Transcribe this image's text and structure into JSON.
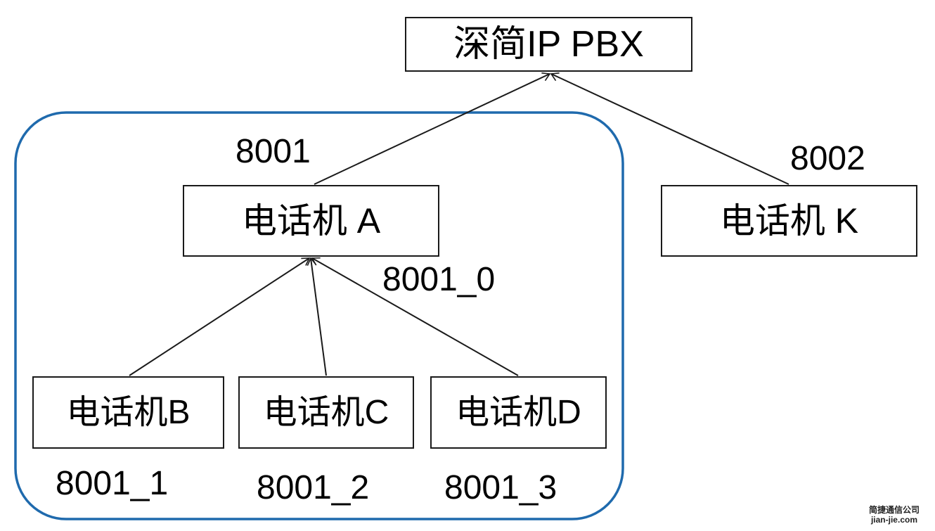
{
  "diagram": {
    "nodes": {
      "pbx": "深简IP PBX",
      "phone_a": "电话机 A",
      "phone_k": "电话机 K",
      "phone_b": "电话机B",
      "phone_c": "电话机C",
      "phone_d": "电话机D"
    },
    "extensions": {
      "e8001": "8001",
      "e8002": "8002",
      "e8001_0": "8001_0",
      "e8001_1": "8001_1",
      "e8001_2": "8001_2",
      "e8001_3": "8001_3"
    },
    "edges": [
      {
        "from": "phone_a",
        "to": "pbx"
      },
      {
        "from": "phone_k",
        "to": "pbx"
      },
      {
        "from": "phone_b",
        "to": "phone_a"
      },
      {
        "from": "phone_c",
        "to": "phone_a"
      },
      {
        "from": "phone_d",
        "to": "phone_a"
      }
    ],
    "group_color": "#1f6aad",
    "line_color": "#1a1a1a"
  },
  "watermark": {
    "name": "简捷通信公司",
    "domain": "jian-jie.com"
  }
}
